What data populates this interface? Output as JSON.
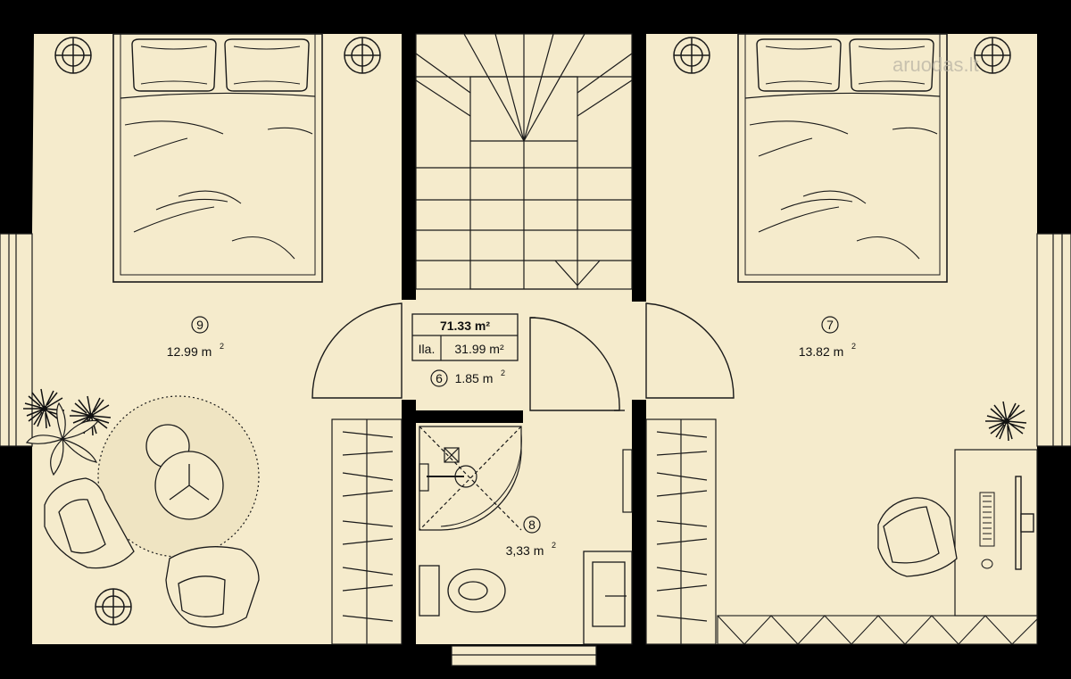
{
  "watermark": "aruodas.lt",
  "colors": {
    "floor": "#f5ebcc",
    "wall": "#000000",
    "line": "#1a1a1a"
  },
  "summary": {
    "total_area": "71.33 m²",
    "row_label": "Ila.",
    "row_value": "31.99 m²"
  },
  "rooms": [
    {
      "number": "9",
      "area": "12.99 m",
      "unit_exp": "2"
    },
    {
      "number": "7",
      "area": "13.82 m",
      "unit_exp": "2"
    },
    {
      "number": "6",
      "area": "1.85 m",
      "unit_exp": "2"
    },
    {
      "number": "8",
      "area": "3,33 m",
      "unit_exp": "2"
    }
  ],
  "icons": [
    "double-bed-icon",
    "ceiling-light-icon",
    "staircase-icon",
    "door-swing-icon",
    "wardrobe-icon",
    "shower-icon",
    "toilet-icon",
    "sink-icon",
    "armchair-icon",
    "round-rug-icon",
    "round-table-icon",
    "plant-icon",
    "desk-icon",
    "office-chair-icon",
    "monitor-icon",
    "keyboard-icon",
    "mouse-icon",
    "window-icon"
  ]
}
